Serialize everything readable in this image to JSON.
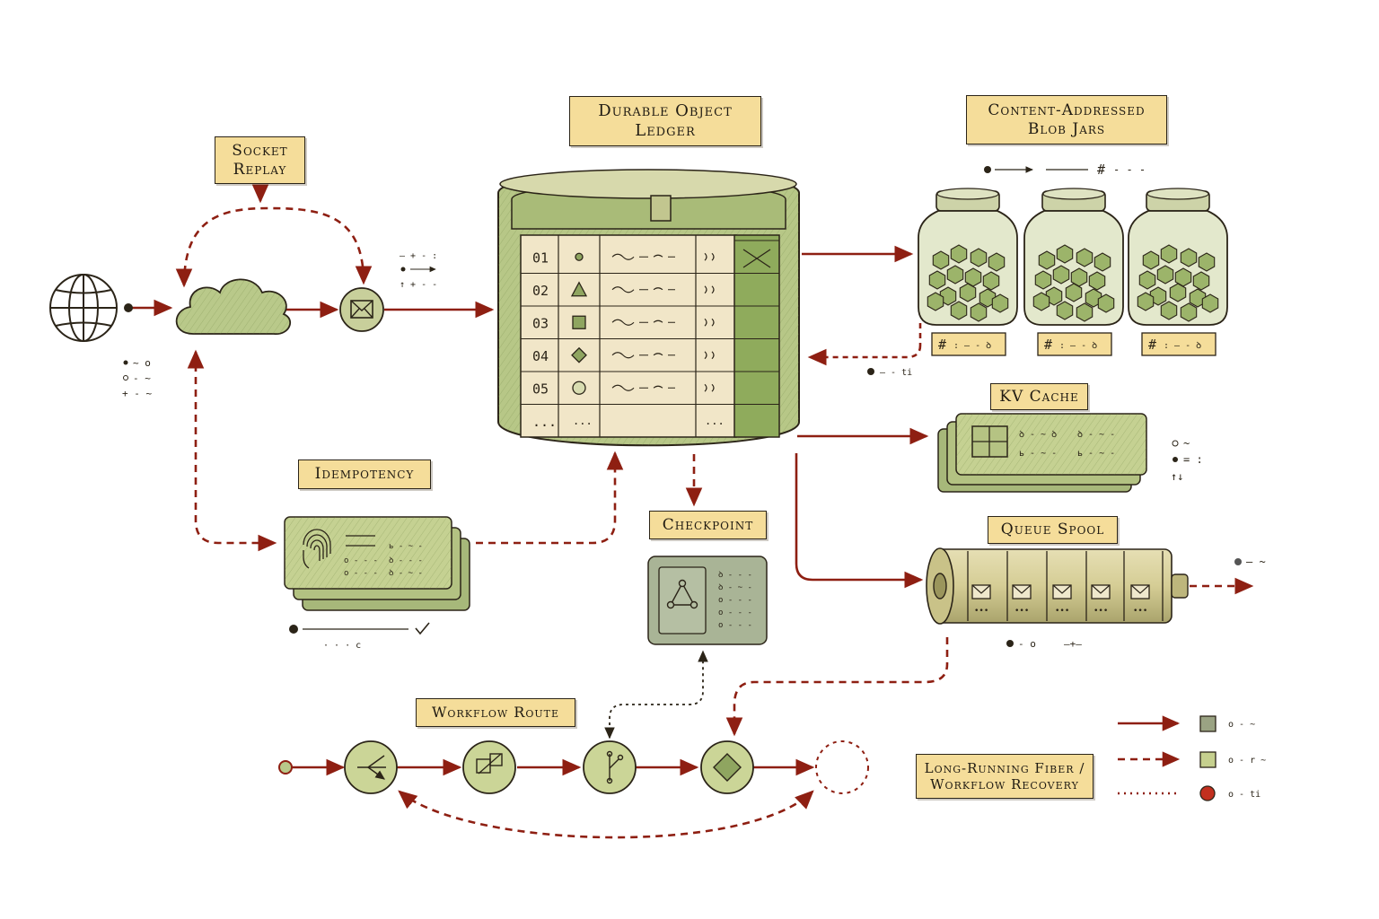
{
  "labels": {
    "socket_replay": "Socket\nReplay",
    "durable_object_ledger": "Durable Object\nLedger",
    "content_addressed_blob_jars": "Content-Addressed\nBlob Jars",
    "kv_cache": "KV Cache",
    "idempotency": "Idempotency",
    "checkpoint": "Checkpoint",
    "queue_spool": "Queue Spool",
    "workflow_route": "Workflow Route",
    "legend_title": "Long-Running Fiber /\nWorkflow Recovery"
  },
  "ledger": {
    "rows": [
      {
        "id": "01",
        "shape": "dot"
      },
      {
        "id": "02",
        "shape": "triangle"
      },
      {
        "id": "03",
        "shape": "square"
      },
      {
        "id": "04",
        "shape": "diamond"
      },
      {
        "id": "05",
        "shape": "circle"
      },
      {
        "id": "...",
        "shape": "none"
      }
    ]
  },
  "jars": {
    "tags": [
      "#",
      "#",
      "#"
    ]
  },
  "colors": {
    "arrow": "#8e1f12",
    "paper": "#f1e6c8",
    "green": "#b9c98a",
    "green_dark": "#7d9450",
    "label": "#f5dd9a",
    "ink": "#2b2418"
  },
  "icons": {
    "globe": "globe-icon",
    "cloud": "cloud-icon",
    "envelope": "envelope-icon",
    "fingerprint": "fingerprint-icon",
    "graph": "graph-icon"
  },
  "legend": {
    "lines": [
      "solid",
      "dashed",
      "dotted"
    ],
    "swatches": [
      "#9aa383",
      "#c6d08e",
      "#c2301f"
    ]
  }
}
